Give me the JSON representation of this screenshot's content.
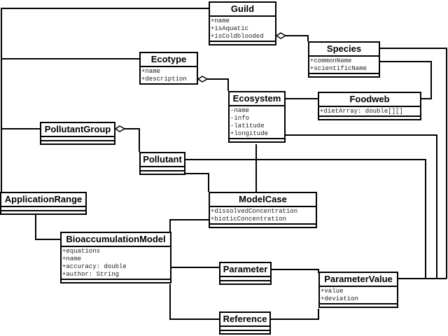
{
  "classes": {
    "guild": {
      "name": "Guild",
      "attributes": [
        "+name",
        "+isAquatic",
        "+isColdblooded"
      ]
    },
    "species": {
      "name": "Species",
      "attributes": [
        "+commonName",
        "+scientificName"
      ]
    },
    "ecotype": {
      "name": "Ecotype",
      "attributes": [
        "+name",
        "+description"
      ]
    },
    "ecosystem": {
      "name": "Ecosystem",
      "attributes": [
        "-name",
        "-info",
        "-latitude",
        "+longitude"
      ]
    },
    "foodweb": {
      "name": "Foodweb",
      "attributes": [
        "+dietArray: double[][]"
      ]
    },
    "pollutant_group": {
      "name": "PollutantGroup",
      "attributes": []
    },
    "pollutant": {
      "name": "Pollutant",
      "attributes": []
    },
    "application_range": {
      "name": "ApplicationRange",
      "attributes": []
    },
    "model_case": {
      "name": "ModelCase",
      "attributes": [
        "+dissolvedConcentration",
        "+bioticConcentration"
      ]
    },
    "bioaccumulation_model": {
      "name": "BioaccumulationModel",
      "attributes": [
        "+equations",
        "+name",
        "+accuracy: double",
        "+author: String"
      ]
    },
    "parameter": {
      "name": "Parameter",
      "attributes": []
    },
    "parameter_value": {
      "name": "ParameterValue",
      "attributes": [
        "+value",
        "+deviation"
      ]
    },
    "reference": {
      "name": "Reference",
      "attributes": []
    }
  }
}
